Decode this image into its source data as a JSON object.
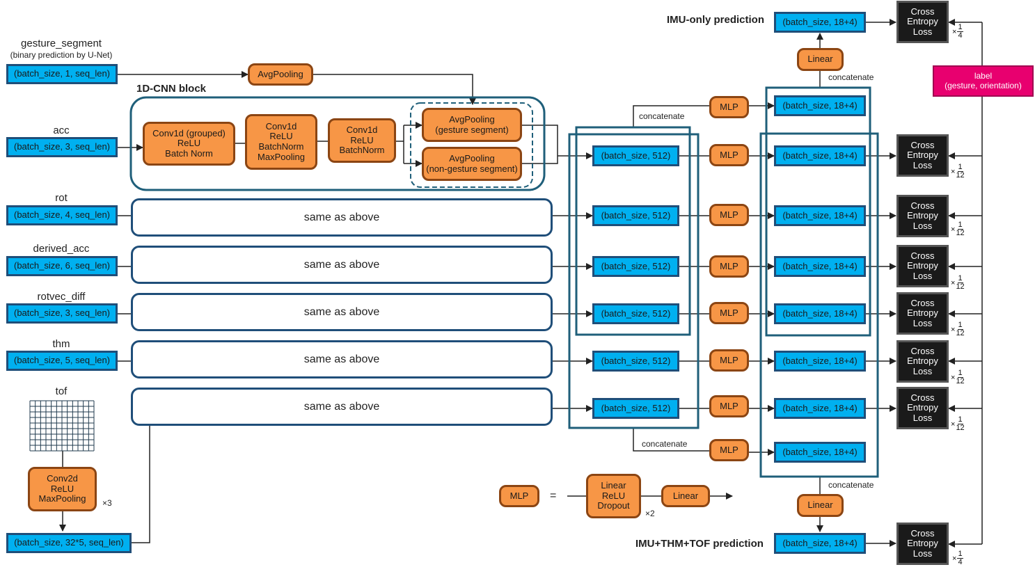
{
  "inputs": {
    "gesture_segment": {
      "name": "gesture_segment",
      "note": "(binary prediction by U-Net)",
      "shape": "(batch_size, 1, seq_len)"
    },
    "acc": {
      "name": "acc",
      "shape": "(batch_size, 3, seq_len)"
    },
    "rot": {
      "name": "rot",
      "shape": "(batch_size, 4, seq_len)"
    },
    "derived_acc": {
      "name": "derived_acc",
      "shape": "(batch_size, 6, seq_len)"
    },
    "rotvec_diff": {
      "name": "rotvec_diff",
      "shape": "(batch_size, 3, seq_len)"
    },
    "thm": {
      "name": "thm",
      "shape": "(batch_size, 5, seq_len)"
    },
    "tof": {
      "name": "tof",
      "shape": "(batch_size, 32*5, seq_len)"
    }
  },
  "avgpool_top": "AvgPooling",
  "cnn_block": {
    "title": "1D-CNN block",
    "conv_grouped": [
      "Conv1d (grouped)",
      "ReLU",
      "Batch Norm"
    ],
    "conv_pool": [
      "Conv1d",
      "ReLU",
      "BatchNorm",
      "MaxPooling"
    ],
    "conv_norm": [
      "Conv1d",
      "ReLU",
      "BatchNorm"
    ],
    "pool_gesture": [
      "AvgPooling",
      "(gesture segment)"
    ],
    "pool_nongesture": [
      "AvgPooling",
      "(non-gesture segment)"
    ]
  },
  "same_as_above": "same as above",
  "tof_conv": [
    "Conv2d",
    "ReLU",
    "MaxPooling"
  ],
  "tof_repeat": "×3",
  "feature_shape": "(batch_size, 512)",
  "out_shape": "(batch_size, 18+4)",
  "mlp": "MLP",
  "linear": "Linear",
  "concatenate": "concatenate",
  "loss": [
    "Cross",
    "Entropy",
    "Loss"
  ],
  "label_box": [
    "label",
    "(gesture, orientation)"
  ],
  "imu_only_title": "IMU-only  prediction",
  "imu_full_title": "IMU+THM+TOF  prediction",
  "weights": {
    "times": "×",
    "quarter_num": "1",
    "quarter_den": "4",
    "twelfth_num": "1",
    "twelfth_den": "12"
  },
  "legend": {
    "mlp": "MLP",
    "equals": "=",
    "block": [
      "Linear",
      "ReLU",
      "Dropout"
    ],
    "repeat": "×2",
    "linear": "Linear"
  },
  "colors": {
    "blue_fill": "#00b0f0",
    "blue_border": "#1f4e79",
    "orange_fill": "#f79646",
    "orange_border": "#8b4513",
    "loss_fill": "#1a1a1a",
    "label_fill": "#e8006f",
    "frame": "#1f5f7a"
  }
}
